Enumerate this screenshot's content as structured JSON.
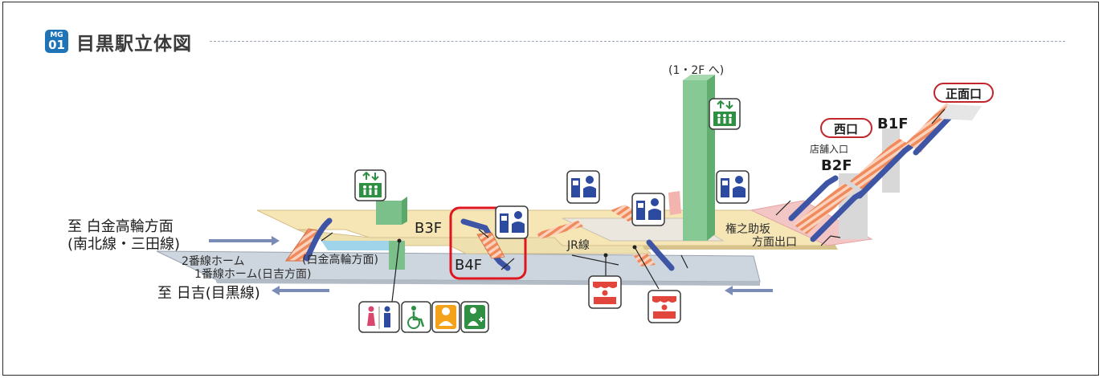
{
  "header": {
    "badge_line": "MG",
    "badge_number": "01",
    "title": "目黒駅立体図"
  },
  "directions": {
    "shirokane_line1": "至 白金高輪方面",
    "shirokane_line2": "(南北線・三田線)",
    "hiyoshi": "至 日吉(目黒線)"
  },
  "platforms": {
    "platform2": "2番線ホーム",
    "platform2_dir": "(白金高輪方面)",
    "platform1": "1番線ホーム(日吉方面)"
  },
  "floors": {
    "b3f": "B3F",
    "b4f": "B4F",
    "b2f": "B2F",
    "b1f": "B1F"
  },
  "labels": {
    "jr_line": "JR線",
    "to_upper": "(1・2F へ)",
    "shop_entrance": "店舗入口",
    "gonnosuke_line1": "権之助坂",
    "gonnosuke_line2": "方面出口"
  },
  "exits": {
    "west": "西口",
    "front": "正面口"
  },
  "colors": {
    "concourse": "#f6e6b5",
    "platform": "#cdd6df",
    "stairs": "#f29a70",
    "escalator": "#3e55a6",
    "elevator": "#3d9a4a",
    "highlight": "#e0161e",
    "badge": "#1f74b8"
  },
  "icons": [
    "elevator-icon",
    "ticket-machine-icon",
    "restroom-icon",
    "accessible-restroom-icon",
    "baby-care-icon",
    "multipurpose-room-icon",
    "shop-icon"
  ]
}
